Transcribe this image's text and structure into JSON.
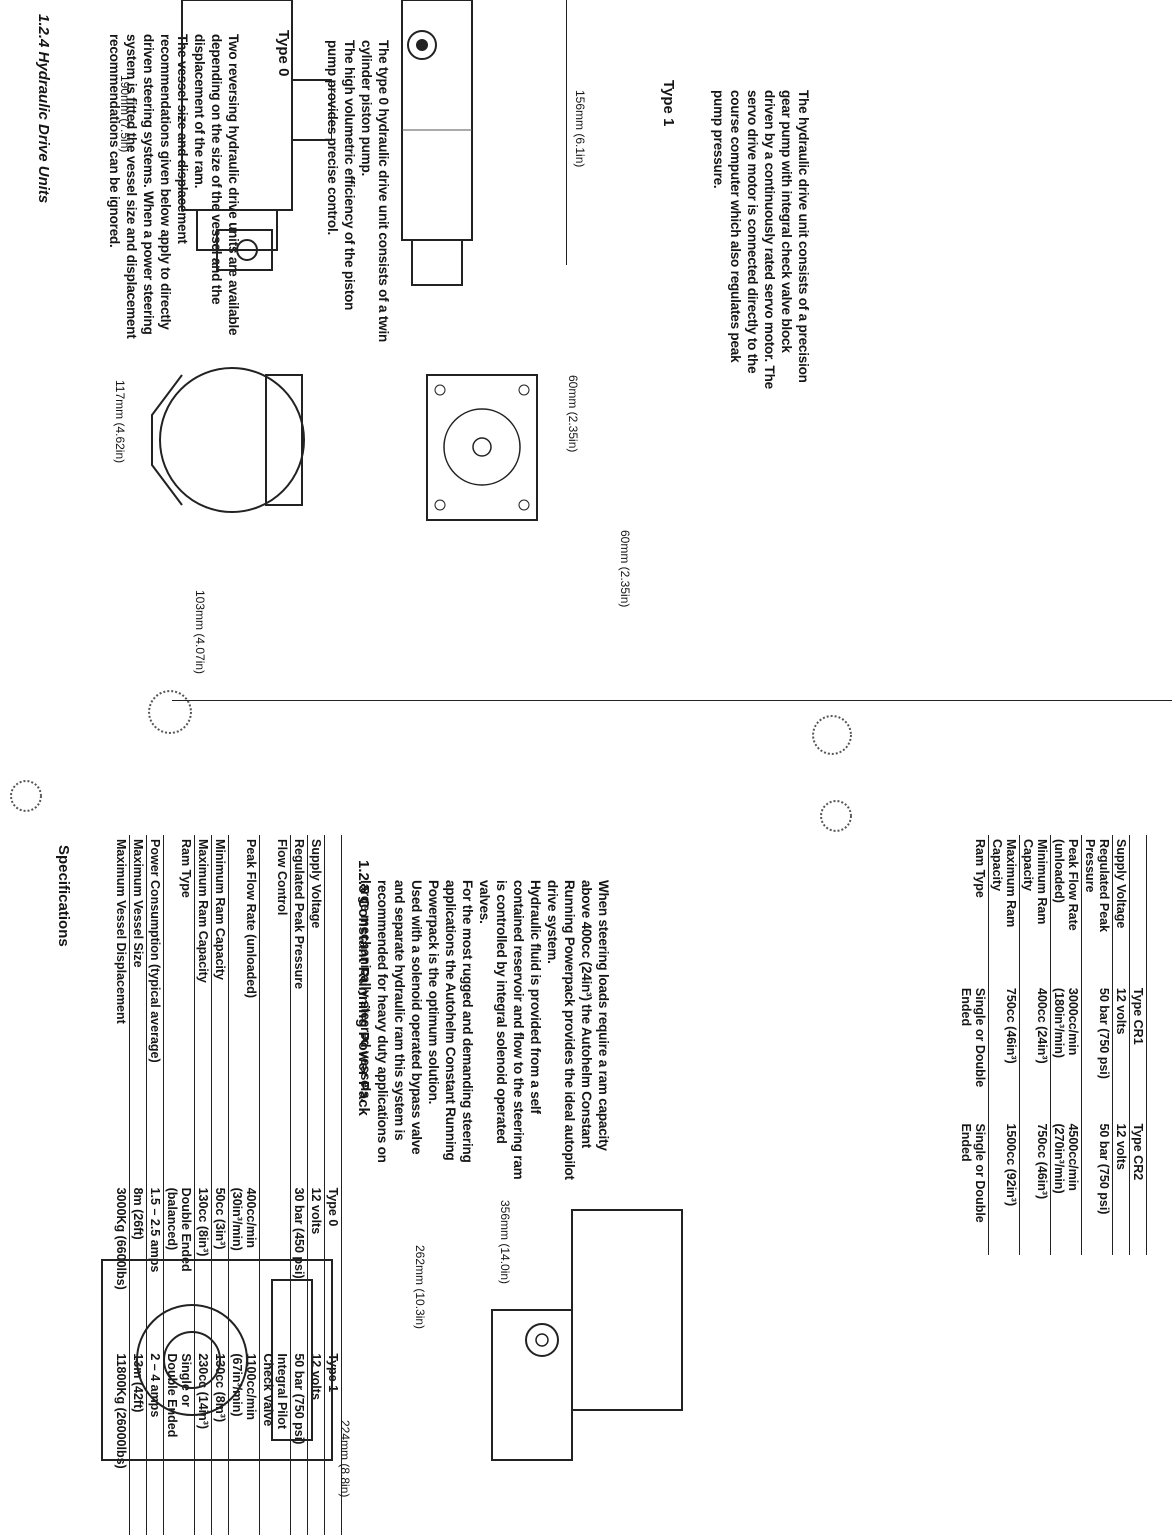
{
  "section_124": {
    "heading": "1.2.4  Hydraulic Drive Units",
    "para": "Two reversing hydraulic drive units are available\ndepending on the size of the vessel and the\ndisplacement of the ram.\n    The vessel size and displacement\nrecommendations given below apply to directly\ndriven steering systems. When a power steering\nsystem is fitted the vessel size and displacement\nrecommendations can be ignored."
  },
  "type0": {
    "heading": "Type 0",
    "para": "The type 0 hydraulic drive unit consists of a twin\ncylinder piston pump.\n    The high volumetric efficiency of the piston\npump provides precise control."
  },
  "type1": {
    "heading": "Type 1",
    "para": "The hydraulic drive unit consists of a precision\ngear pump with integral check valve block\ndriven by a continuously rated servo motor. The\nservo drive motor is connected directly to the\ncourse computer which also regulates peak\npump pressure."
  },
  "dims": {
    "type0_length": "156mm (6.1in)",
    "type0_face_h": "60mm (2.35in)",
    "type0_face_w": "60mm (2.35in)",
    "type1_length": "190mm (7.5in)",
    "type1_face_h": "117mm (4.62in)",
    "type1_face_w": "103mm (4.07in)",
    "cr_length": "356mm (14.0in)",
    "cr_height": "262mm (10.3in)",
    "cr_width": "224mm (8.8in)"
  },
  "spec1": {
    "title": "Specifications",
    "columns": [
      "",
      "Type 0",
      "Type 1"
    ],
    "rows": [
      [
        "Supply Voltage",
        "12 volts",
        "12 volts"
      ],
      [
        "Regulated Peak Pressure",
        "30 bar (450 psi)",
        "50 bar (750 psi)"
      ],
      [
        "Flow Control",
        "",
        "Integral Pilot\nCheck Valve"
      ],
      [
        "Peak Flow Rate (unloaded)",
        "400cc/min\n(30in³/min)",
        "1100cc/min\n(67in³/min)"
      ],
      [
        "Minimum Ram Capacity",
        "50cc (3in³)",
        "130cc (8in³)"
      ],
      [
        "Maximum Ram Capacity",
        "130cc (8in³)",
        "230cc (14in³)"
      ],
      [
        "Ram Type",
        "Double Ended\n(balanced)",
        "Single or\nDouble Ended"
      ],
      [
        "Power Consumption (typical average)",
        "1.5 – 2.5 amps",
        "2 – 4 amps"
      ],
      [
        "Maximum Vessel Size",
        "8m (26ft)",
        "13m (42ft)"
      ],
      [
        "Maximum Vessel Displacement",
        "3000Kg (6600lbs)",
        "11800Kg (26000lbs)"
      ]
    ]
  },
  "section_125": {
    "heading": "1.2.5  Constant Running Power Pack",
    "para": "When steering loads require a ram capacity\nabove 400cc (24in³) the Autohelm Constant\nRunning Powerpack provides the ideal autopilot\ndrive system.\n    Hydraulic fluid is provided from a self\ncontained reservoir and flow to the steering ram\nis controlled by integral solenoid operated\nvalves.\n    For the most rugged and demanding steering\napplications the Autohelm Constant Running\nPowerpack is the optimum solution.\n    Used with a solenoid operated bypass valve\nand separate hydraulic ram this system is\nrecommended for heavy duty applications on\nlarge mechanically steered vessels."
  },
  "spec2": {
    "columns": [
      "",
      "Type CR1",
      "Type CR2"
    ],
    "rows": [
      [
        "Supply Voltage",
        "12 volts",
        "12 volts"
      ],
      [
        "Regulated Peak Pressure",
        "50 bar (750 psi)",
        "50 bar (750 psi)"
      ],
      [
        "Peak Flow Rate (unloaded)",
        "3000cc/min (180in³/min)",
        "4500cc/min (270in³/min)"
      ],
      [
        "Minimum Ram Capacity",
        "400cc (24in³)",
        "750cc (46in³)"
      ],
      [
        "Maximum Ram Capacity",
        "750cc (46in³)",
        "1500cc (92in³)"
      ],
      [
        "Ram Type",
        "Single or Double Ended",
        "Single or Double Ended"
      ]
    ]
  }
}
